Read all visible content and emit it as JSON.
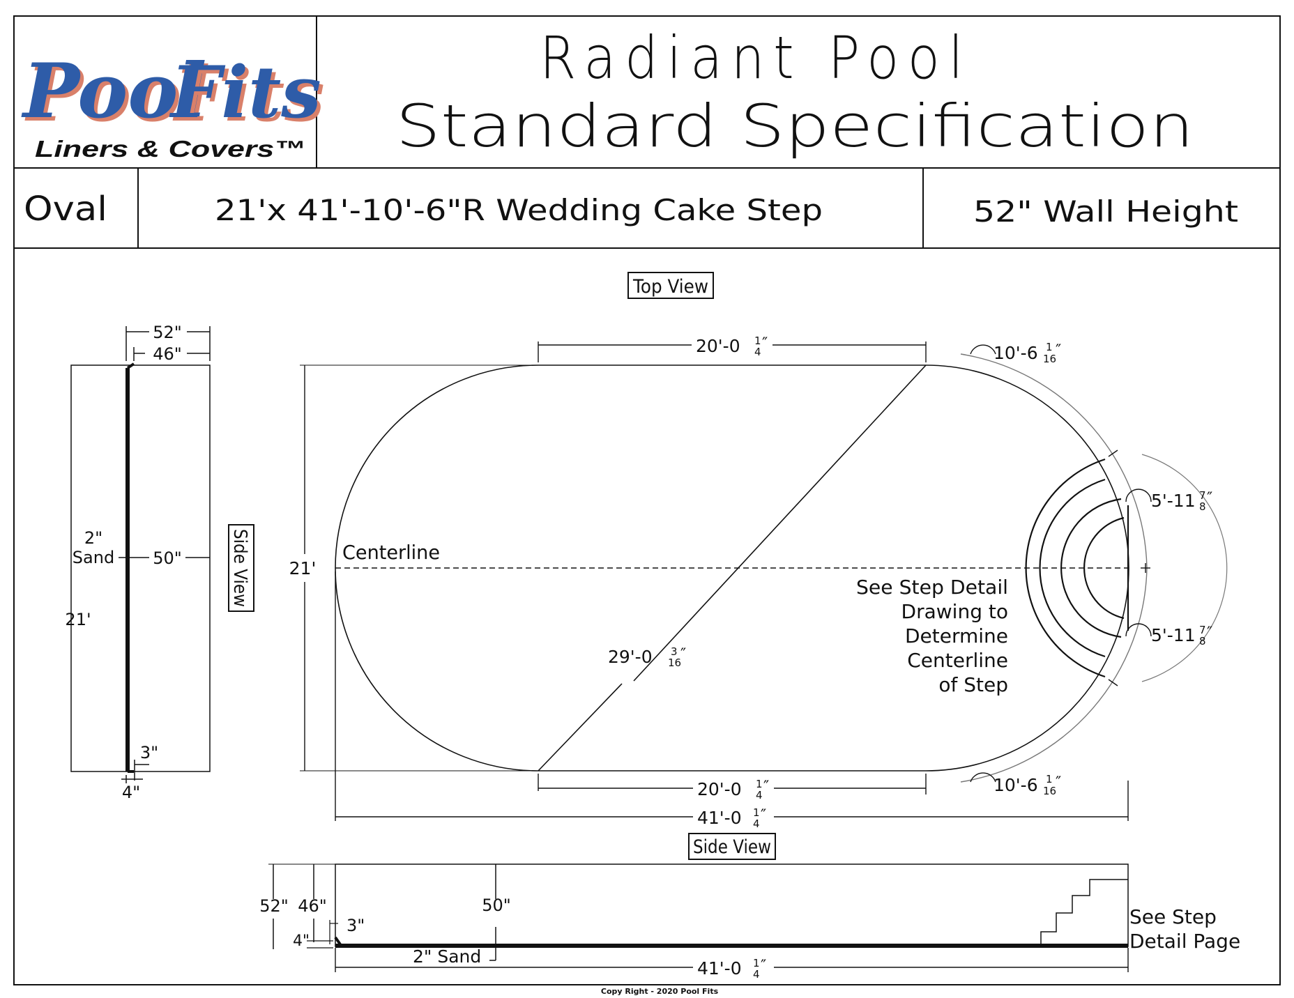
{
  "logo": {
    "word1": "Pool",
    "word2": "Fits",
    "tagline": "Liners & Covers™",
    "brand_blue": "#2e5ca8",
    "brand_shadow": "#d9806a"
  },
  "title": {
    "line1": "Radiant Pool",
    "line2": "Standard Specification"
  },
  "spec": {
    "shape": "Oval",
    "size": "21'x 41'-10'-6\"R Wedding Cake Step",
    "wall_height": "52\" Wall Height"
  },
  "views": {
    "top_view_label": "Top View",
    "side_view_label": "Side View",
    "side_view_bottom_label": "Side View"
  },
  "left_side": {
    "dim_52": "52\"",
    "dim_46": "46\"",
    "sand_2": "2\"",
    "sand_word": "Sand",
    "dim_50": "50\"",
    "dim_21": "21'",
    "dim_3": "3\"",
    "dim_4": "4\""
  },
  "top_view": {
    "top_straight": "20'-0",
    "bottom_straight": "20'-0",
    "overall": "41'-0",
    "quarter": "1",
    "quarter_den": "4",
    "arc_top": "10'-6",
    "arc_bottom": "10'-6",
    "sixteenth_num": "1",
    "sixteenth_den": "16",
    "step_arc_top": "5'-11",
    "step_arc_bottom": "5'-11",
    "seven_eighths_num": "7",
    "seven_eighths_den": "8",
    "diagonal": "29'-0",
    "diag_num": "3",
    "diag_den": "16",
    "width": "21'",
    "centerline": "Centerline",
    "step_note": [
      "See Step Detail",
      "Drawing to",
      "Determine",
      "Centerline",
      "of Step"
    ]
  },
  "side_view_bottom": {
    "dim_52": "52\"",
    "dim_46": "46\"",
    "dim_50": "50\"",
    "dim_3": "3\"",
    "dim_4": "4\"",
    "sand": "2\"  Sand",
    "overall": "41'-0",
    "step_note": [
      "See Step",
      "Detail Page"
    ]
  },
  "footer": {
    "copyright": "Copy Right - 2020 Pool Fits"
  }
}
